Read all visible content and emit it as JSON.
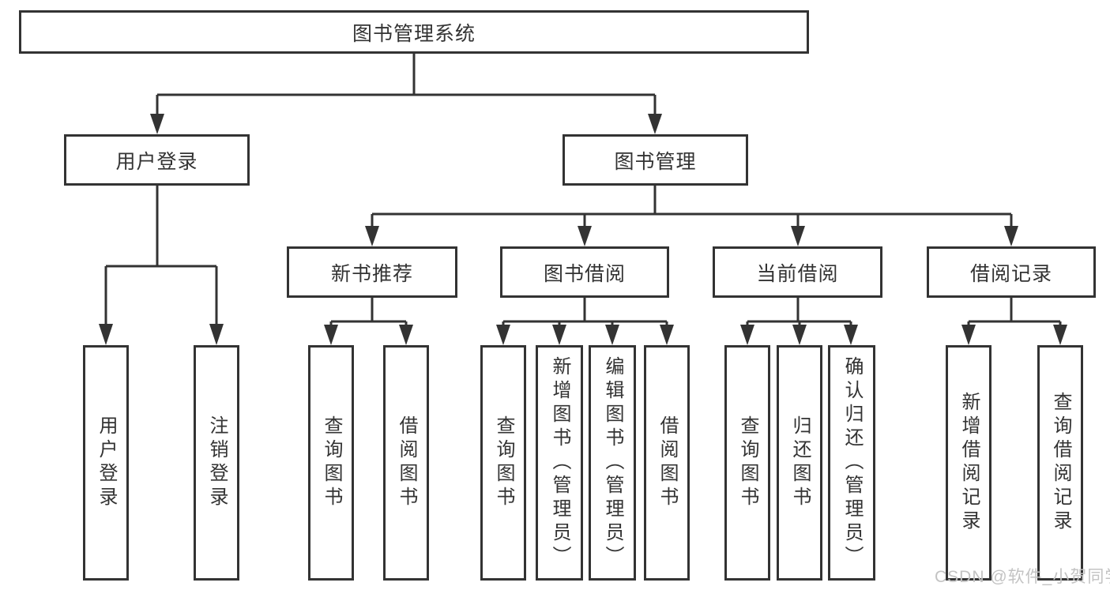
{
  "tree": {
    "label": "图书管理系统",
    "children": [
      {
        "label": "用户登录",
        "children": [
          {
            "label": "用户登录"
          },
          {
            "label": "注销登录"
          }
        ]
      },
      {
        "label": "图书管理",
        "children": [
          {
            "label": "新书推荐",
            "children": [
              {
                "label": "查询图书"
              },
              {
                "label": "借阅图书"
              }
            ]
          },
          {
            "label": "图书借阅",
            "children": [
              {
                "label": "查询图书"
              },
              {
                "label": "新增图书（管理员）"
              },
              {
                "label": "编辑图书（管理员）"
              },
              {
                "label": "借阅图书"
              }
            ]
          },
          {
            "label": "当前借阅",
            "children": [
              {
                "label": "查询图书"
              },
              {
                "label": "归还图书"
              },
              {
                "label": "确认归还（管理员）"
              }
            ]
          },
          {
            "label": "借阅记录",
            "children": [
              {
                "label": "新增借阅记录"
              },
              {
                "label": "查询借阅记录"
              }
            ]
          }
        ]
      }
    ]
  },
  "watermark": "CSDN @软件_小贺同学",
  "colors": {
    "line": "#333333",
    "box_border": "#333333",
    "text": "#333333",
    "watermark": "#c3c3c3",
    "background": "#ffffff"
  }
}
